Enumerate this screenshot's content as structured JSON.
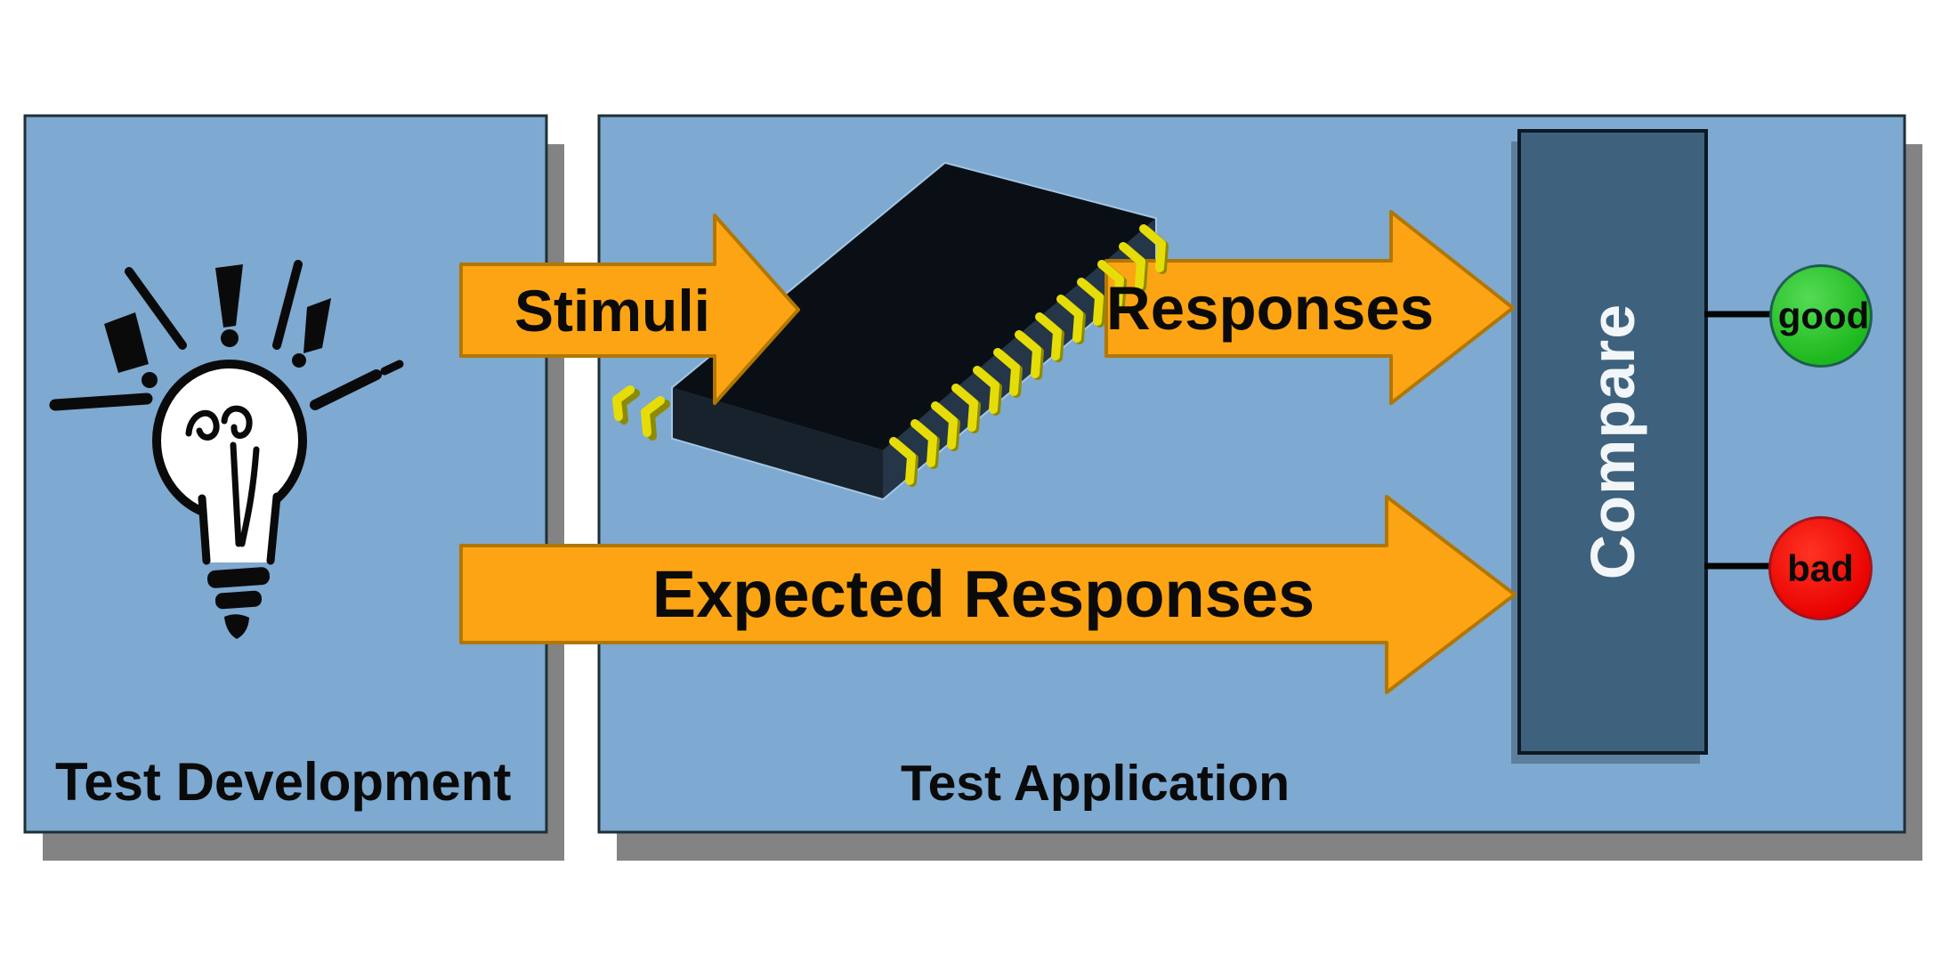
{
  "panels": {
    "development": {
      "label": "Test Development"
    },
    "application": {
      "label": "Test Application"
    }
  },
  "arrows": {
    "stimuli": {
      "label": "Stimuli"
    },
    "responses": {
      "label": "Responses"
    },
    "expected_responses": {
      "label": "Expected Responses"
    }
  },
  "compare": {
    "label": "Compare"
  },
  "outcomes": {
    "good": {
      "label": "good"
    },
    "bad": {
      "label": "bad"
    }
  },
  "colors": {
    "panel_fill": "#7EA9D0",
    "panel_border": "#1E3038",
    "panel_shadow": "#838383",
    "arrow_fill": "#FCA413",
    "arrow_border": "#B27603",
    "compare_fill": "#3E627D",
    "compare_border": "#0D1924",
    "compare_text": "#F2F6F9",
    "good_fill": "#1DB81D",
    "bad_fill": "#E80000",
    "connector": "#050505",
    "ink": "#0A0A0A",
    "chip_body": "#0A0F15",
    "pin": "#E6DD08",
    "background": "#FFFFFF"
  }
}
